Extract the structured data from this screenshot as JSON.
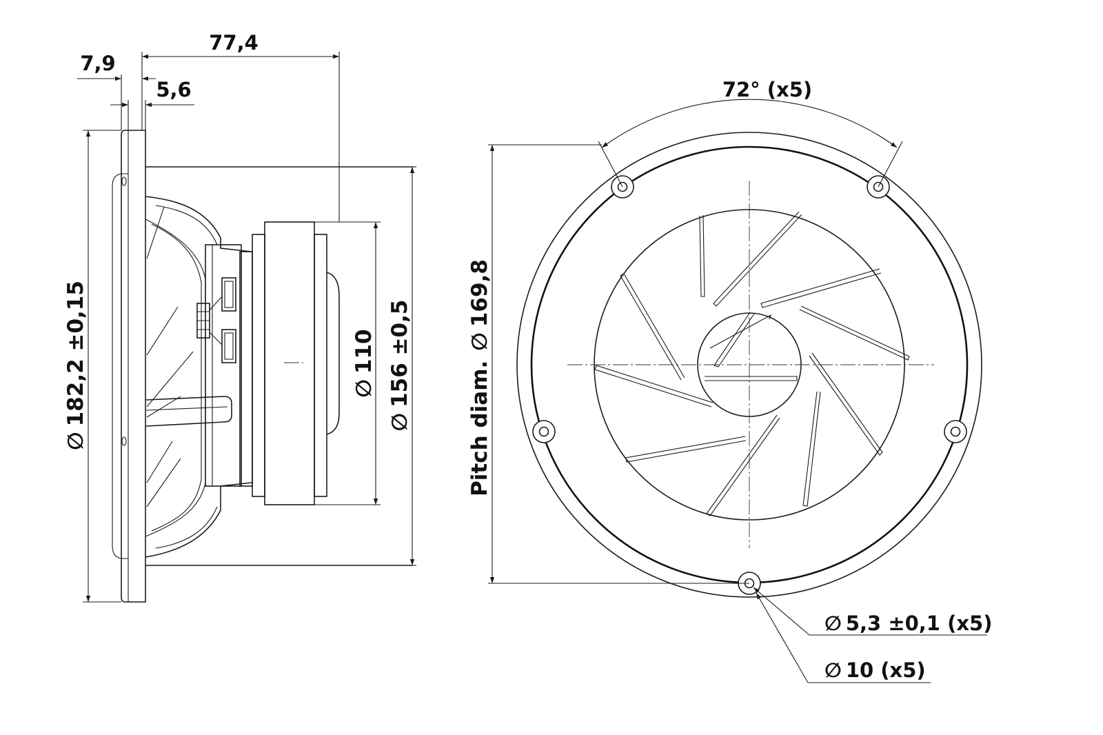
{
  "side_view": {
    "dim_overall_depth": "77,4",
    "dim_flange_total": "7,9",
    "dim_flange_plate": "5,6",
    "dim_outer_diameter": "182,2 ±0,15",
    "dim_magnet_diameter": "110",
    "dim_basket_diameter": "156 ±0,5"
  },
  "front_view": {
    "dim_hole_angle": "72° (x5)",
    "dim_pitch_prefix": "Pitch diam.",
    "dim_pitch_value": "169,8",
    "dim_hole_diameter": "5,3 ±0,1 (x5)",
    "dim_counterbore_diameter": "10 (x5)"
  },
  "symbols": {
    "diameter": "∅"
  }
}
